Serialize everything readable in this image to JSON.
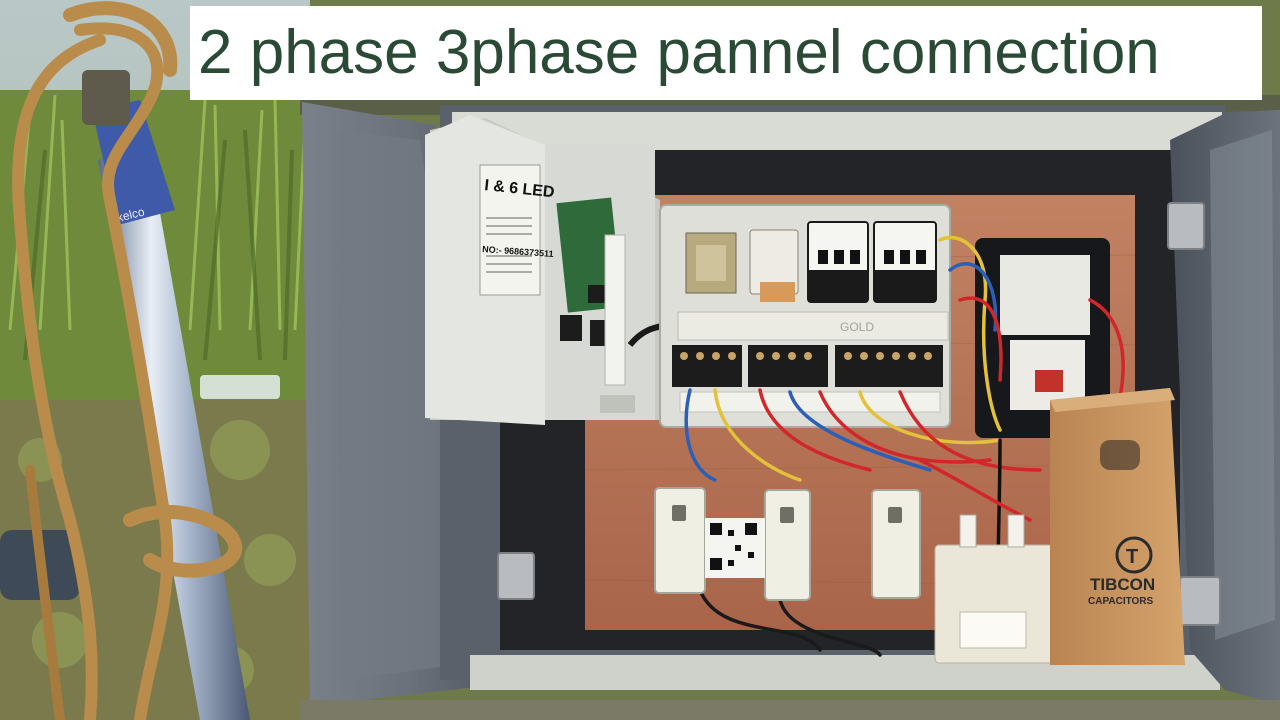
{
  "title": "2 phase 3phase pannel connection",
  "panel": {
    "door_label": "I & 6 LED",
    "phone_number": "NO:- 9686373511",
    "rail_label": "GOLD"
  },
  "capacitor_box": {
    "brand": "TIBCON",
    "subtitle": "CAPACITORS",
    "logo_letter": "T"
  },
  "colors": {
    "title_text": "#2a4a35",
    "panel_body": "#5f666e",
    "door_inner": "#dfe2dc",
    "board": "#b8724f",
    "box_cardboard": "#c9955f",
    "grass": "#6f8a3a",
    "pipe": "#9fb0c8"
  },
  "icons": [
    "rope",
    "pipe",
    "hinge",
    "qr-code",
    "fuse-carrier",
    "contactor",
    "relay",
    "terminal-strip",
    "capacitor"
  ]
}
